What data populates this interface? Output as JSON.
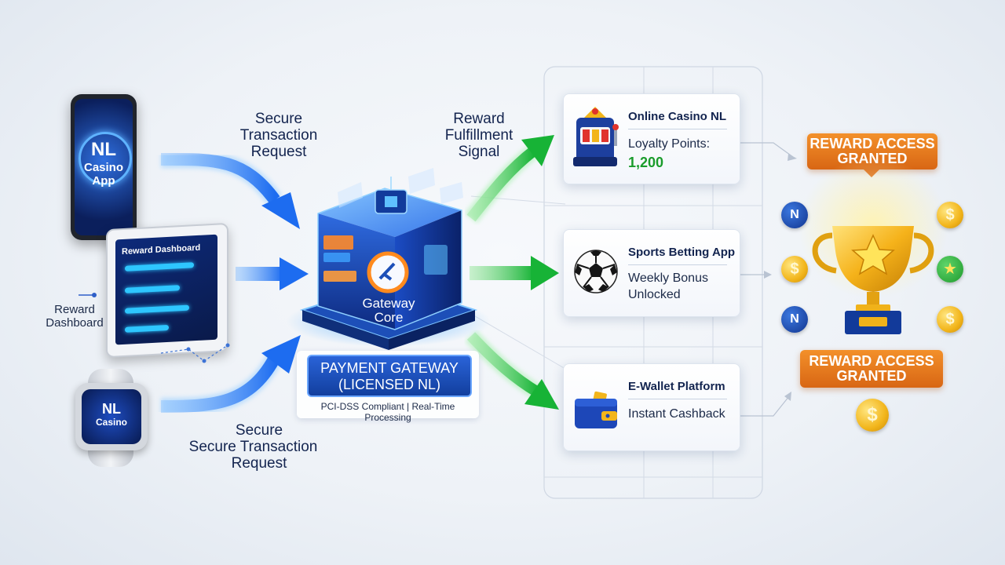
{
  "left": {
    "phone": {
      "line1": "NL",
      "line2": "Casino",
      "line3": "App"
    },
    "tablet": {
      "header": "Reward Dashboard"
    },
    "tablet_caption": {
      "line1": "Reward",
      "line2": "Dashboard"
    },
    "watch": {
      "line1": "NL",
      "line2": "Casino"
    }
  },
  "labels": {
    "top_request": {
      "line1": "Secure",
      "line2": "Transaction",
      "line3": "Request"
    },
    "bottom_request": {
      "line1": "Secure",
      "line2": "Secure Transaction",
      "line3": "Request"
    },
    "fulfillment": {
      "line1": "Reward",
      "line2": "Fulfillment",
      "line3": "Signal"
    }
  },
  "gateway": {
    "core_line1": "Gateway",
    "core_line2": "Core",
    "title_line1": "PAYMENT GATEWAY",
    "title_line2": "(LICENSED NL)",
    "subtitle": "PCI-DSS Compliant | Real-Time Processing"
  },
  "platforms": [
    {
      "title": "Online Casino NL",
      "sub1": "Loyalty Points:",
      "sub2": "1,200",
      "icon": "slot-machine-icon"
    },
    {
      "title": "Sports Betting App",
      "sub1": "Weekly Bonus",
      "sub2": "Unlocked",
      "icon": "soccer-ball-icon"
    },
    {
      "title": "E-Wallet Platform",
      "sub1": "Instant Cashback",
      "sub2": "",
      "icon": "wallet-icon"
    }
  ],
  "rewards": {
    "badge_top": {
      "line1": "REWARD ACCESS",
      "line2": "GRANTED"
    },
    "badge_bottom": {
      "line1": "REWARD ACCESS",
      "line2": "GRANTED"
    },
    "coin_symbol": "$",
    "token_symbol": "N"
  },
  "colors": {
    "blue_arrow": "#1f6fe6",
    "green_arrow": "#1fbf3a",
    "accent_orange": "#e0731a",
    "navy": "#13244f",
    "points_green": "#1a9c2b"
  }
}
